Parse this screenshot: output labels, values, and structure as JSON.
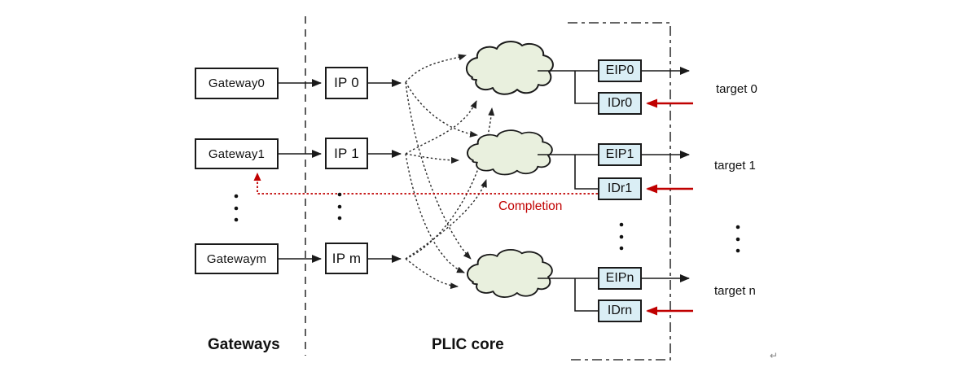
{
  "diagram": {
    "section_labels": {
      "gateways": "Gateways",
      "plic_core": "PLIC core"
    },
    "completion_label": "Completion",
    "return_mark": "↵",
    "colors": {
      "cloud_fill": "#e9f0de",
      "reg_fill": "#daeef5",
      "red": "#c00000",
      "line": "#1a1a1a"
    },
    "icons": {
      "cloud": "interrupt-routing-cloud",
      "black_arrow": "arrowhead-right-icon",
      "red_arrow": "arrowhead-left-red-icon"
    },
    "rows": [
      {
        "gateway": "Gateway0",
        "ip": "IP 0",
        "eip": "EIP0",
        "idr": "IDr0",
        "target": "target 0"
      },
      {
        "gateway": "Gateway1",
        "ip": "IP 1",
        "eip": "EIP1",
        "idr": "IDr1",
        "target": "target 1"
      },
      {
        "gateway": "Gatewaym",
        "ip": "IP m",
        "eip": "EIPn",
        "idr": "IDrn",
        "target": "target n"
      }
    ]
  }
}
